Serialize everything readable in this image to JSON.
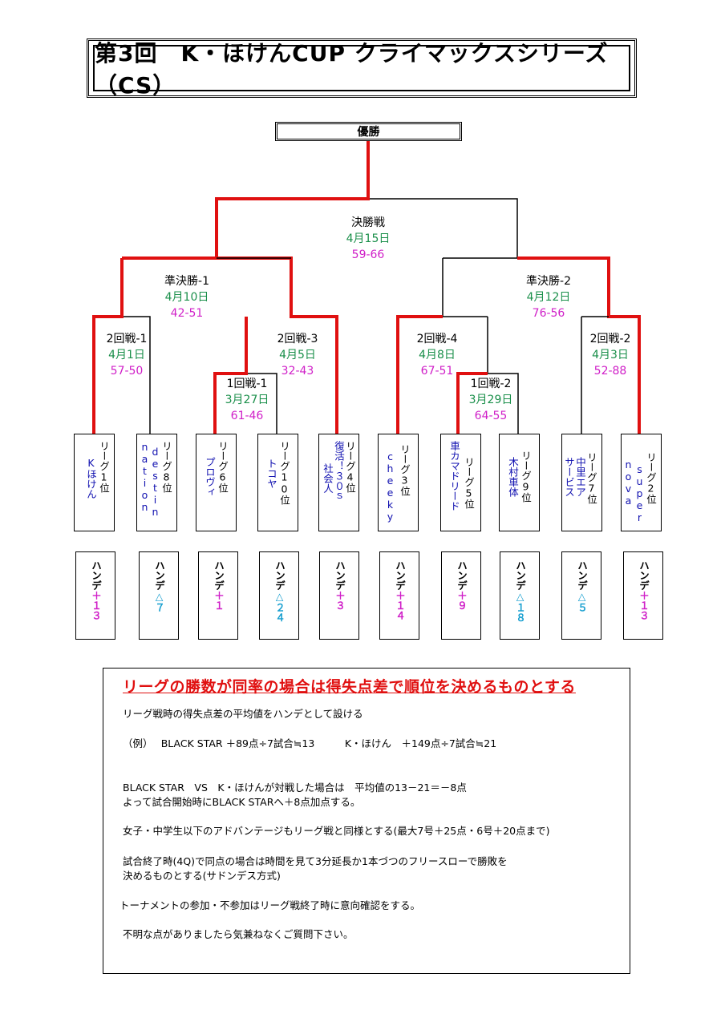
{
  "title": "第3回　K・ほけんCUP クライマックスシリーズ（CS）",
  "champion_label": "優勝",
  "colors": {
    "bracket_red": "#e01010",
    "date_green": "#1a8f4a",
    "score_magenta": "#d020c8",
    "team_blue": "#1010b0",
    "minus_cyan": "#1aa0d0"
  },
  "rounds": {
    "final": {
      "name": "決勝戦",
      "date": "4月15日",
      "score": "59-66"
    },
    "sf1": {
      "name": "準決勝-1",
      "date": "4月10日",
      "score": "42-51"
    },
    "sf2": {
      "name": "準決勝-2",
      "date": "4月12日",
      "score": "76-56"
    },
    "r2_1": {
      "name": "2回戦-1",
      "date": "4月1日",
      "score": "57-50"
    },
    "r2_3": {
      "name": "2回戦-3",
      "date": "4月5日",
      "score": "32-43"
    },
    "r2_4": {
      "name": "2回戦-4",
      "date": "4月8日",
      "score": "67-51"
    },
    "r2_2": {
      "name": "2回戦-2",
      "date": "4月3日",
      "score": "52-88"
    },
    "r1_1": {
      "name": "1回戦-1",
      "date": "3月27日",
      "score": "61-46"
    },
    "r1_2": {
      "name": "1回戦-2",
      "date": "3月29日",
      "score": "64-55"
    }
  },
  "teams": [
    {
      "rank": "リーグ1位",
      "name1": "Kほけん",
      "name2": "",
      "handicap": "ハンデ＋１３"
    },
    {
      "rank": "リーグ8位",
      "name1": "destin",
      "name2": "nation",
      "handicap": "ハンデ△７"
    },
    {
      "rank": "リーグ6位",
      "name1": "プロヴィ",
      "name2": "",
      "handicap": "ハンデ＋１"
    },
    {
      "rank": "リーグ10位",
      "name1": "トコヤ",
      "name2": "",
      "handicap": "ハンデ△２４"
    },
    {
      "rank": "リーグ4位",
      "name1": "復活！３０ｓ",
      "name2": "社会人",
      "handicap": "ハンデ＋３"
    },
    {
      "rank": "リーグ3位",
      "name1": "cheeky",
      "name2": "",
      "handicap": "ハンデ＋１４"
    },
    {
      "rank": "リーグ5位",
      "name1": "車カマドリード",
      "name2": "",
      "handicap": "ハンデ＋９"
    },
    {
      "rank": "リーグ9位",
      "name1": "木村車体",
      "name2": "",
      "handicap": "ハンデ△１８"
    },
    {
      "rank": "リーグ7位",
      "name1": "中里エア",
      "name2": "サービス",
      "handicap": "ハンデ△５"
    },
    {
      "rank": "リーグ2位",
      "name1": "super",
      "name2": "nova",
      "handicap": "ハンデ＋１３"
    }
  ],
  "rules": {
    "heading": "リーグの勝数が同率の場合は得失点差で順位を決めるものとする",
    "lines": [
      "リーグ戦時の得失点差の平均値をハンデとして設ける",
      "（例）　 BLACK STAR ＋89点÷7試合≒13　　　K・ほけん　＋149点÷7試合≒21",
      "BLACK STAR　VS　K・ほけんが対戦した場合は　平均値の13－21＝－8点",
      "よって試合開始時にBLACK STARへ＋8点加点する。",
      "女子・中学生以下のアドバンテージもリーグ戦と同様とする(最大7号＋25点・6号＋20点まで)",
      "試合終了時(4Q)で同点の場合は時間を見て3分延長か1本づつのフリースローで勝敗を",
      "決めるものとする(サドンデス方式)",
      "トーナメントの参加・不参加はリーグ戦終了時に意向確認をする。",
      "不明な点がありましたら気兼ねなくご質問下さい。"
    ]
  }
}
